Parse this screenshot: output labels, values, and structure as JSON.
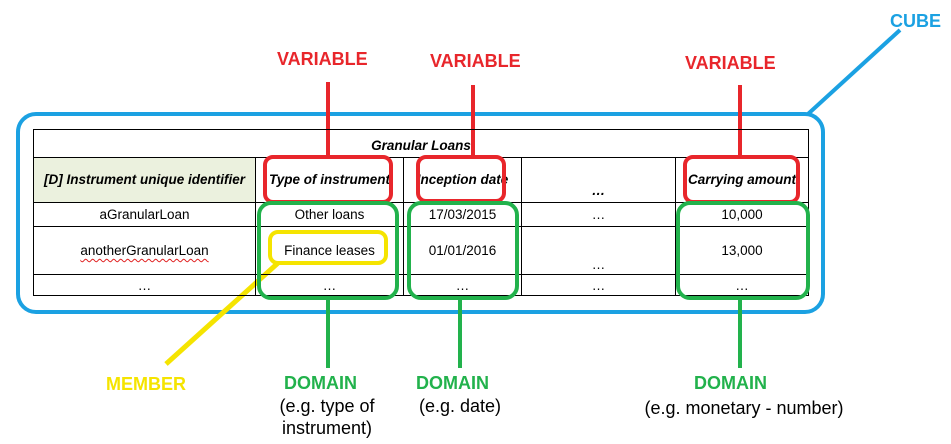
{
  "colors": {
    "variable": "#e8262b",
    "domain": "#22b24c",
    "member": "#f5e400",
    "cube": "#1ba1e2",
    "identifier_header_bg": "#ebf1de"
  },
  "table": {
    "title": "Granular Loans",
    "headers": [
      "[D] Instrument unique identifier",
      "Type of instrument",
      "Inception date",
      "…",
      "Carrying amount"
    ],
    "rows": [
      [
        "aGranularLoan",
        "Other loans",
        "17/03/2015",
        "…",
        "10,000"
      ],
      [
        "anotherGranularLoan",
        "Finance leases",
        "01/01/2016",
        "…",
        "13,000"
      ],
      [
        "…",
        "…",
        "…",
        "…",
        "…"
      ]
    ]
  },
  "labels": {
    "cube": "CUBE",
    "variable": "VARIABLE",
    "domain": "DOMAIN",
    "member": "MEMBER"
  },
  "notes": {
    "type_domain": "(e.g. type of instrument)",
    "date_domain": "(e.g. date)",
    "amount_domain": "(e.g. monetary - number)"
  }
}
